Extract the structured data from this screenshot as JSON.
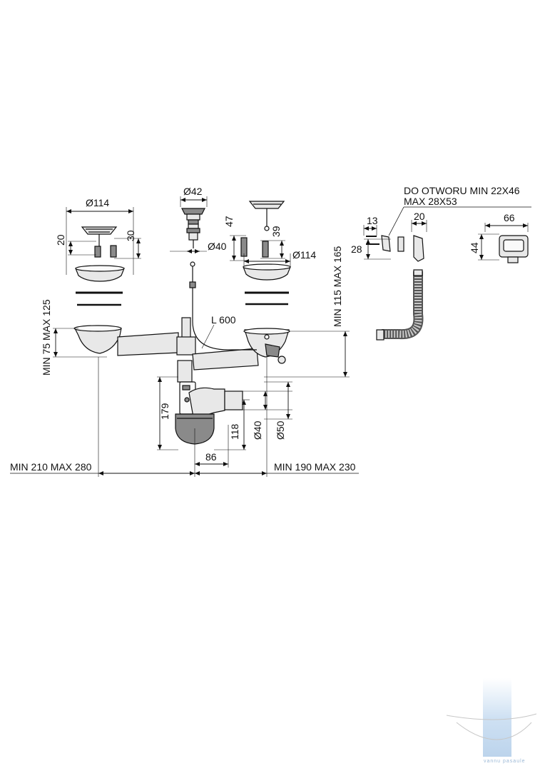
{
  "dimensions": {
    "left_strainer_diameter": "Ø114",
    "left_strainer_depth": "20",
    "left_overflow_height": "30",
    "popup_top_diameter": "Ø42",
    "popup_bottom_diameter": "Ø40",
    "right_plug_height": "47",
    "right_plug_sub": "39",
    "right_strainer_diameter": "Ø114",
    "cable_length": "L 600",
    "left_drop": "MIN 75 MAX 125",
    "right_drop": "MIN 115 MAX 165",
    "trap_height": "179",
    "trap_outlet_height": "118",
    "outlet_diameter_40": "Ø40",
    "outlet_diameter_50": "Ø50",
    "trap_width": "86",
    "left_span": "MIN 210 MAX 280",
    "right_span": "MIN 190 MAX 230",
    "overflow_hole": "DO OTWORU MIN 22X46",
    "overflow_hole_max": "MAX 28X53",
    "screw_length": "13",
    "screw_offset": "28",
    "clip_width": "20",
    "overflow_width": "66",
    "overflow_height": "44"
  },
  "watermark": {
    "text": "vannu pasaule"
  }
}
